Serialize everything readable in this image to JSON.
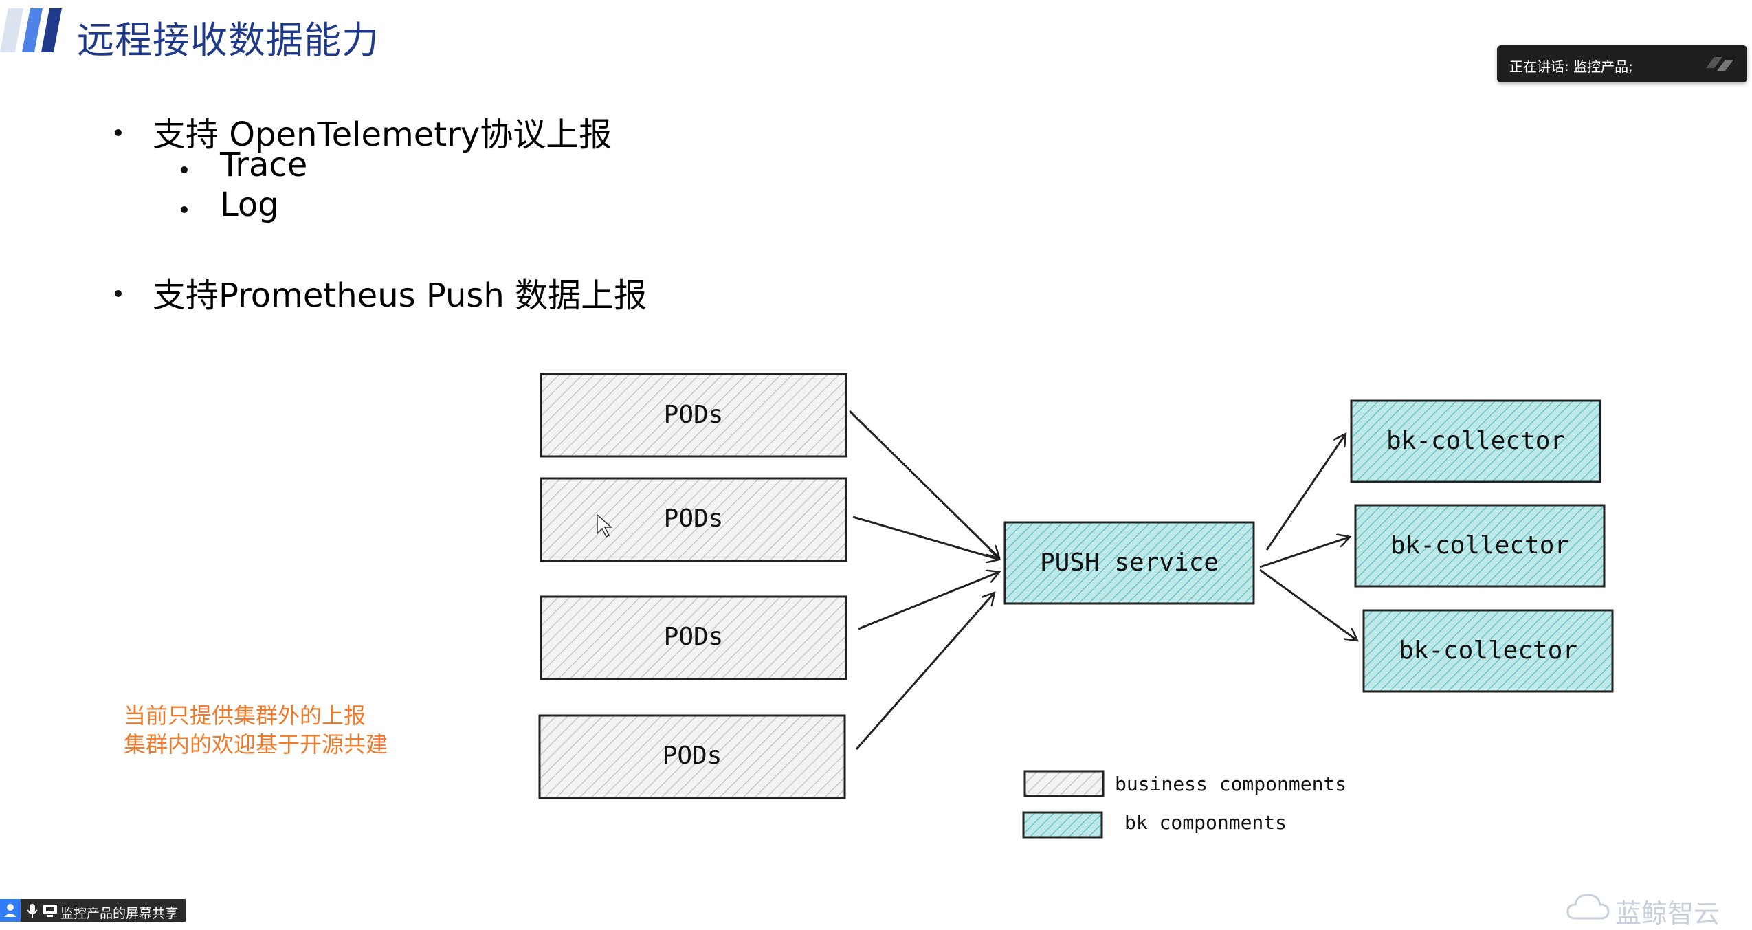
{
  "slide": {
    "title": "远程接收数据能力",
    "bullets": [
      {
        "text": "支持 OpenTelemetry协议上报",
        "sub": [
          "Trace",
          "Log"
        ]
      },
      {
        "text": "支持Prometheus Push 数据上报",
        "sub": []
      }
    ],
    "note_lines": [
      "当前只提供集群外的上报",
      "集群内的欢迎基于开源共建"
    ]
  },
  "diagram": {
    "pods_label": "PODs",
    "push_label": "PUSH service",
    "collector_label": "bk-collector",
    "legend": [
      {
        "label": "business componments",
        "color": "#e9e9e9"
      },
      {
        "label": "bk componments",
        "color": "#a9dfe0"
      }
    ],
    "colors": {
      "business": "#e9e9e9",
      "bk": "#a9dfe0",
      "stroke": "#222222"
    }
  },
  "overlay": {
    "speaking": "正在讲话:  监控产品;",
    "share_bar": "监控产品的屏幕共享",
    "brand": "蓝鲸智云"
  },
  "icons": [
    "title-stripes-icon",
    "speaker-waves-icon",
    "user-icon",
    "mic-icon",
    "screen-icon",
    "cloud-logo-icon",
    "cursor-icon"
  ]
}
